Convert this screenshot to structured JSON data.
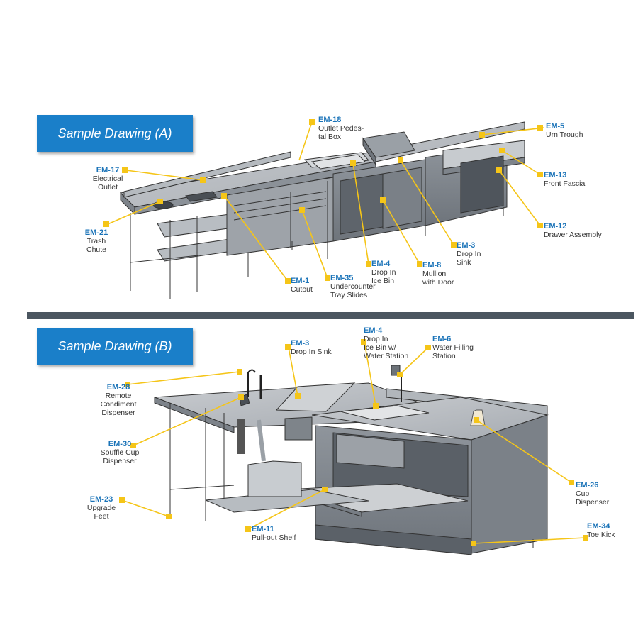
{
  "drawing_a": {
    "title": "Sample Drawing (A)",
    "callouts": [
      {
        "code": "EM-18",
        "desc": "Outlet Pedes-\ntal Box"
      },
      {
        "code": "EM-5",
        "desc": "Urn Trough"
      },
      {
        "code": "EM-17",
        "desc": "Electrical\nOutlet"
      },
      {
        "code": "EM-13",
        "desc": "Front Fascia"
      },
      {
        "code": "EM-21",
        "desc": "Trash\nChute"
      },
      {
        "code": "EM-12",
        "desc": "Drawer Assembly"
      },
      {
        "code": "EM-3",
        "desc": "Drop In\nSink"
      },
      {
        "code": "EM-4",
        "desc": "Drop In\nIce Bin"
      },
      {
        "code": "EM-8",
        "desc": "Mullion\nwith Door"
      },
      {
        "code": "EM-1",
        "desc": "Cutout"
      },
      {
        "code": "EM-35",
        "desc": "Undercounter\nTray Slides"
      }
    ]
  },
  "drawing_b": {
    "title": "Sample Drawing (B)",
    "callouts": [
      {
        "code": "EM-3",
        "desc": "Drop In Sink"
      },
      {
        "code": "EM-4",
        "desc": "Drop In\nIce Bin w/\nWater Station"
      },
      {
        "code": "EM-6",
        "desc": "Water Filling\nStation"
      },
      {
        "code": "EM-28",
        "desc": "Remote\nCondiment\nDispenser"
      },
      {
        "code": "EM-30",
        "desc": "Souffle Cup\nDispenser"
      },
      {
        "code": "EM-26",
        "desc": "Cup\nDispenser"
      },
      {
        "code": "EM-23",
        "desc": "Upgrade\nFeet"
      },
      {
        "code": "EM-11",
        "desc": "Pull-out Shelf"
      },
      {
        "code": "EM-34",
        "desc": "Toe Kick"
      }
    ]
  },
  "colors": {
    "accent_blue": "#1a7fc9",
    "leader": "#f5c518",
    "steel": "#9aa0a6",
    "dark": "#4b5660"
  }
}
